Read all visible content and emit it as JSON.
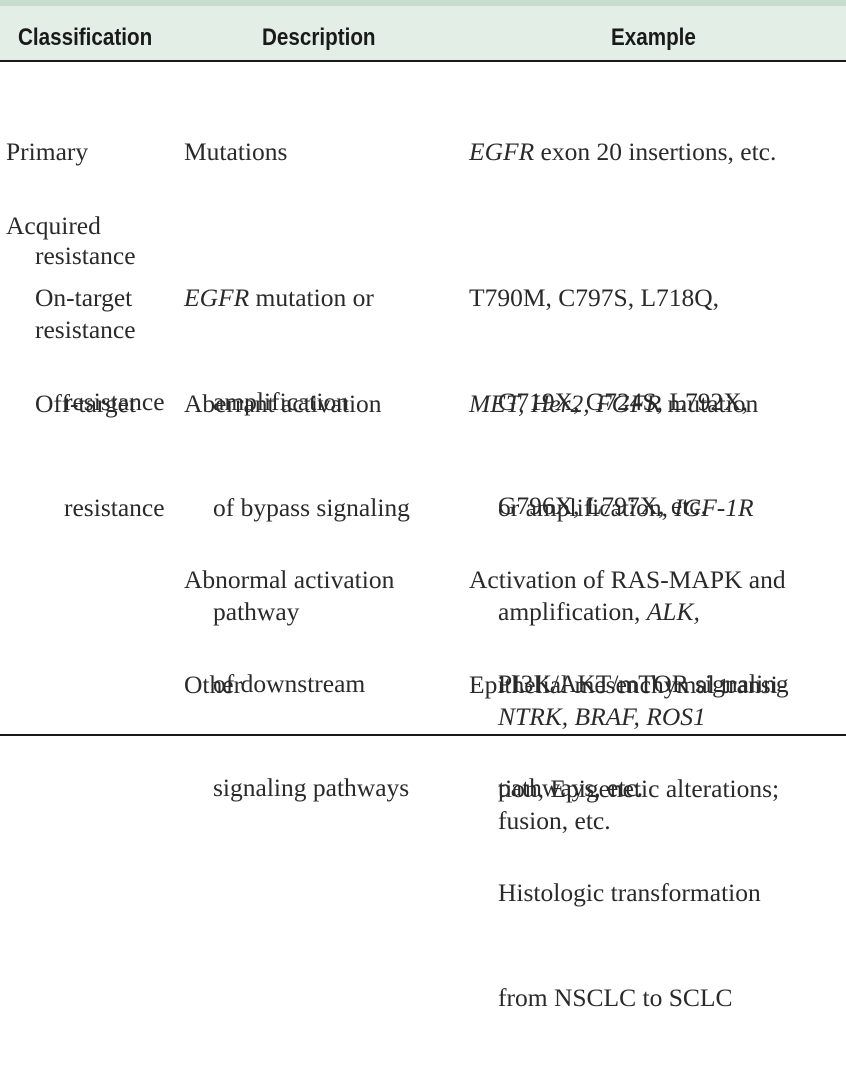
{
  "table": {
    "headers": {
      "classification": "Classification",
      "description": "Description",
      "example": "Example"
    },
    "primary": {
      "classification": [
        "Primary",
        "resistance"
      ],
      "description": [
        "Mutations"
      ],
      "example_italic": "EGFR",
      "example_rest": " exon 20 insertions, etc."
    },
    "acquired": {
      "classification": [
        "Acquired",
        "resistance"
      ]
    },
    "on_target": {
      "classification": [
        "On-target",
        "resistance"
      ],
      "description_italic": "EGFR",
      "description_rest": " mutation or",
      "description_line2": "amplification",
      "example": [
        "T790M, C797S, L718Q,",
        "G719X, G724S, L792X,",
        "G796X, L797X, etc."
      ]
    },
    "off_target": {
      "classification": [
        "Off-target",
        "resistance"
      ],
      "description": [
        "Aberrant activation",
        "of bypass signaling",
        "pathway"
      ],
      "example_l1_italic": "MET, Her2, FGFR",
      "example_l1_rest": " mutation",
      "example_l2_rest": "or amplification, ",
      "example_l2_italic": "IGF-1R",
      "example_l3_rest": "amplification, ",
      "example_l3_italic": "ALK,",
      "example_l4_italic": "NTRK, BRAF, ROS1",
      "example_l5": "fusion, etc."
    },
    "downstream": {
      "description": [
        "Abnormal activation",
        "of downstream",
        "signaling pathways"
      ],
      "example": [
        "Activation of RAS-MAPK and",
        "PI3K/AKT/mTOR signaling",
        "pathways, etc."
      ]
    },
    "other": {
      "description": [
        "Other"
      ],
      "example": [
        "Epithelial mesenchymal transi-",
        "tion, Epigenetic alterations;",
        "Histologic transformation",
        "from NSCLC to SCLC"
      ]
    }
  }
}
